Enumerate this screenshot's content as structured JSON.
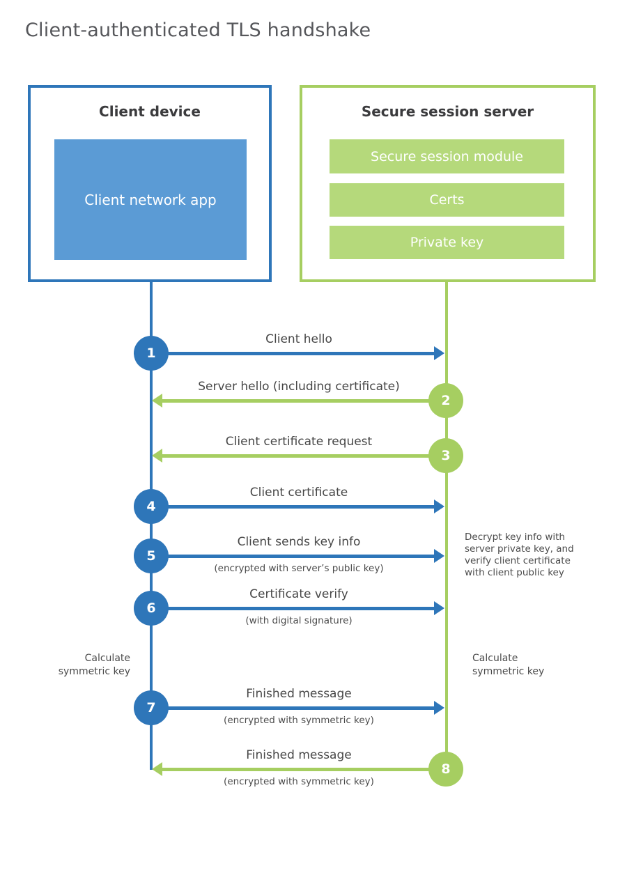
{
  "title": "Client-authenticated TLS handshake",
  "client": {
    "title": "Client device",
    "app": "Client network app"
  },
  "server": {
    "title": "Secure session server",
    "modules": [
      "Secure session module",
      "Certs",
      "Private key"
    ]
  },
  "messages": [
    {
      "num": "1",
      "label": "Client hello",
      "direction": "client-to-server"
    },
    {
      "num": "2",
      "label": "Server hello (including certificate)",
      "direction": "server-to-client"
    },
    {
      "num": "3",
      "label": "Client certificate request",
      "direction": "server-to-client"
    },
    {
      "num": "4",
      "label": "Client certificate",
      "direction": "client-to-server"
    },
    {
      "num": "5",
      "label": "Client sends key info",
      "sub": "(encrypted with server’s public key)",
      "direction": "client-to-server"
    },
    {
      "num": "6",
      "label": "Certificate verify",
      "sub": "(with digital signature)",
      "direction": "client-to-server"
    },
    {
      "num": "7",
      "label": "Finished message",
      "sub": "(encrypted with symmetric key)",
      "direction": "client-to-server"
    },
    {
      "num": "8",
      "label": "Finished message",
      "sub": "(encrypted with symmetric key)",
      "direction": "server-to-client"
    }
  ],
  "annotations": {
    "decrypt_note": "Decrypt key info with\nserver private key, and\nverify client certificate\nwith client public key",
    "calc_left": "Calculate\nsymmetric key",
    "calc_right": "Calculate\nsymmetric key"
  },
  "colors": {
    "client_blue": "#2E76B9",
    "client_fill_blue": "#5B9BD5",
    "server_green": "#A6CE61",
    "server_fill_green": "#B5D97B"
  }
}
